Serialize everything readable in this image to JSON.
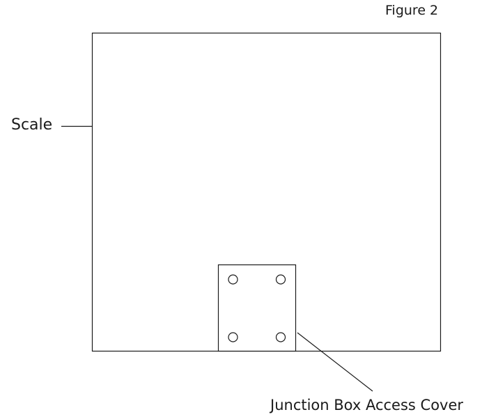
{
  "figure_title": "Figure 2",
  "labels": {
    "scale": "Scale",
    "junction_box_cover": "Junction Box Access Cover"
  },
  "colors": {
    "line": "#1a1a1a",
    "background": "#ffffff"
  }
}
